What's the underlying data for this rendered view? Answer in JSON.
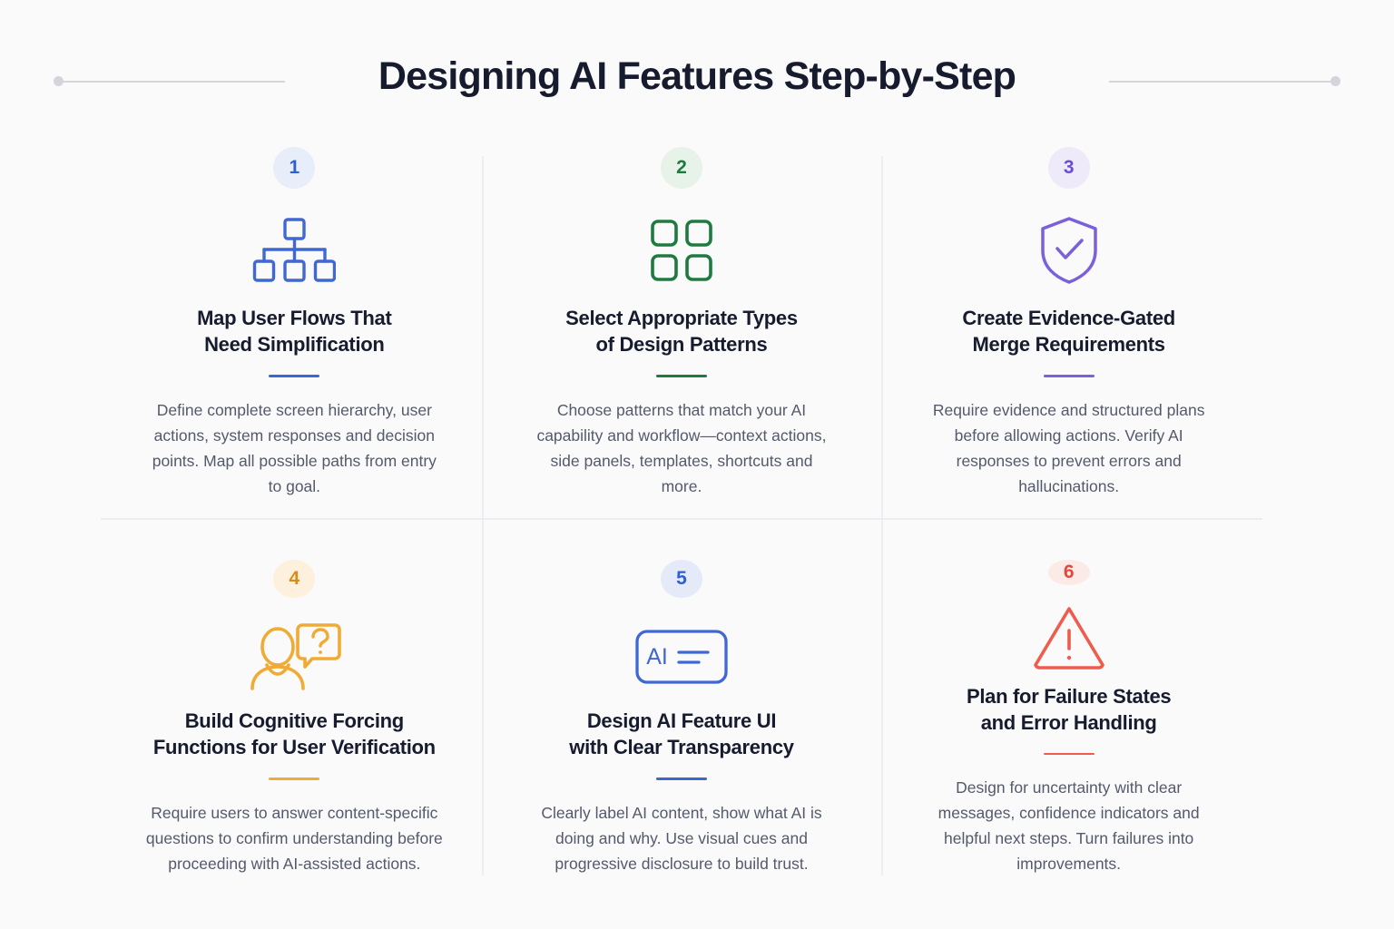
{
  "header": {
    "title": "Designing AI Features Step-by-Step",
    "rule_color": "#d5d6de",
    "dot_color": "#d3d4dc"
  },
  "theme": {
    "background": "#fafafb",
    "divider": "#ececf1",
    "title_color": "#161b2e",
    "body_color": "#545a6b"
  },
  "cards": [
    {
      "number": "1",
      "icon": "hierarchy-icon",
      "title": "Map User Flows That\nNeed Simplification",
      "body": "Define complete screen hierarchy, user actions, system responses and decision points. Map all possible paths from entry to goal.",
      "accent_color": "#3a66d6",
      "badge_bg": "#e8edfa",
      "badge_color": "#2f5fd0"
    },
    {
      "number": "2",
      "icon": "grid-2x2-icon",
      "title": "Select Appropriate Types\nof Design Patterns",
      "body": "Choose patterns that match your AI capability and workflow—context actions, side panels, templates, shortcuts and more.",
      "accent_color": "#1f7a3f",
      "badge_bg": "#e7f2e9",
      "badge_color": "#1f7a3f"
    },
    {
      "number": "3",
      "icon": "shield-check-icon",
      "title": "Create Evidence-Gated\nMerge Requirements",
      "body": "Require evidence and structured plans before allowing actions. Verify AI responses to prevent errors and hallucinations.",
      "accent_color": "#7b61d9",
      "badge_bg": "#eeeafa",
      "badge_color": "#6b4fd0"
    },
    {
      "number": "4",
      "icon": "user-question-icon",
      "title": "Build Cognitive Forcing\nFunctions for User Verification",
      "body": "Require users to answer content-specific questions to confirm understanding before proceeding with AI-assisted actions.",
      "accent_color": "#efab35",
      "badge_bg": "#fdf0dc",
      "badge_color": "#d98b19"
    },
    {
      "number": "5",
      "icon": "ai-label-icon",
      "title": "Design AI Feature UI\nwith Clear Transparency",
      "body": "Clearly label AI content, show what AI is doing and why. Use visual cues and progressive disclosure to build trust.",
      "accent_color": "#3a66d6",
      "badge_bg": "#e4eaf8",
      "badge_color": "#2f5fd0"
    },
    {
      "number": "6",
      "icon": "alert-triangle-icon",
      "title": "Plan for Failure States\nand Error Handling",
      "body": "Design for uncertainty with clear messages, confidence indicators and helpful next steps. Turn failures into improvements.",
      "accent_color": "#ef5b4c",
      "badge_bg": "#fceae7",
      "badge_color": "#e2483a"
    }
  ]
}
